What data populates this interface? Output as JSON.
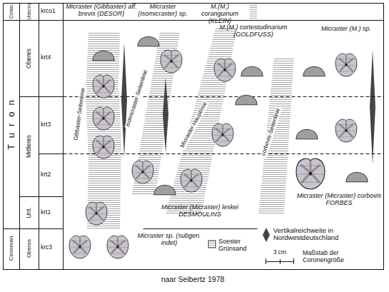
{
  "diagram": {
    "caption": "naar Seibertz 1978",
    "labels": [
      "Coniac",
      "Unteres",
      "krco1",
      "Turon",
      "Oberes",
      "krt4",
      "Mittleres",
      "krt3",
      "krt2",
      "Unt.",
      "krt1",
      "Cenoman",
      "Oberes",
      "krc3",
      "Micraster (Gibbaster) aff. brevis (DESOR)",
      "Micraster (Isomicraster) sp.",
      "M.(M.) coranguinum (KLEIN)",
      "M.(M.) cortestudinarium (GOLDFUSS)",
      "Micraster (M.) sp.",
      "Gibbaster-Seitenlinie",
      "Isomicraster-Seitenlinie",
      "Micraster-Hauptlinie",
      "corbovis-Seitenlinie",
      "Micraster (Micraster) corbovis FORBES",
      "Micraster (Micraster) leskei DESMOULINS",
      "Micraster sp. (subgen. indet)",
      "3 cm"
    ],
    "legend": [
      {
        "text": "Vertikalreichweite in Nordwestdeutschland"
      },
      {
        "text": "Soester Grünsand"
      },
      {
        "text": "Maßstab der Coronengröße"
      }
    ]
  }
}
